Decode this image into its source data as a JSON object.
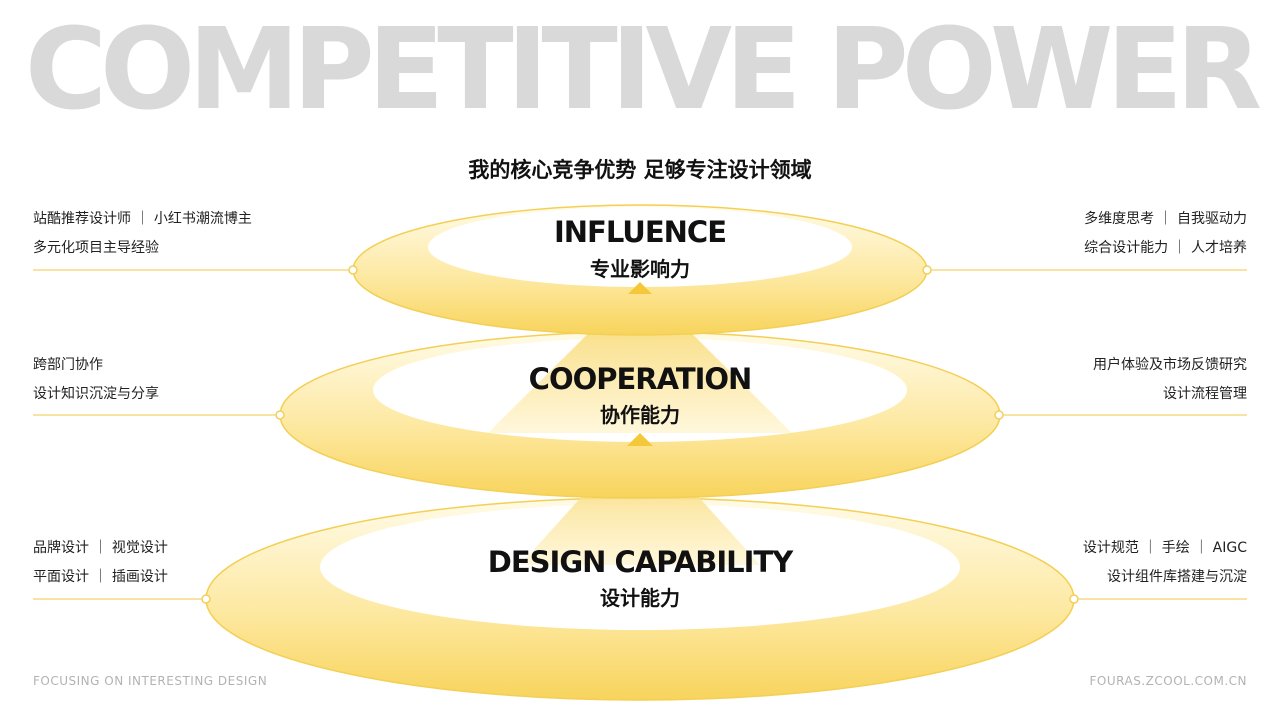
{
  "background_title": "COMPETITIVE POWER",
  "subtitle": "我的核心竞争优势 足够专注设计领域",
  "levels": [
    {
      "title": "INFLUENCE",
      "subtitle": "专业影响力",
      "left_lines": [
        "站酷推荐设计师 ｜ 小红书潮流博主",
        "多元化项目主导经验"
      ],
      "right_lines": [
        "多维度思考 ｜ 自我驱动力",
        "综合设计能力 ｜ 人才培养"
      ]
    },
    {
      "title": "COOPERATION",
      "subtitle": "协作能力",
      "left_lines": [
        "跨部门协作",
        "设计知识沉淀与分享"
      ],
      "right_lines": [
        "用户体验及市场反馈研究",
        "设计流程管理"
      ]
    },
    {
      "title": "DESIGN CAPABILITY",
      "subtitle": "设计能力",
      "left_lines": [
        "品牌设计 ｜ 视觉设计",
        "平面设计 ｜ 插画设计"
      ],
      "right_lines": [
        "设计规范 ｜ 手绘 ｜ AIGC",
        "设计组件库搭建与沉淀"
      ]
    }
  ],
  "footer": {
    "left": "FOCUSING ON INTERESTING DESIGN",
    "right": "FOURAS.ZCOOL.COM.CN"
  },
  "colors": {
    "accent": "#f5c83a",
    "ring_light": "#fff3c4",
    "ring_dark": "#f9d565",
    "line": "#f3d36a",
    "background_title": "#d9d9d9"
  }
}
